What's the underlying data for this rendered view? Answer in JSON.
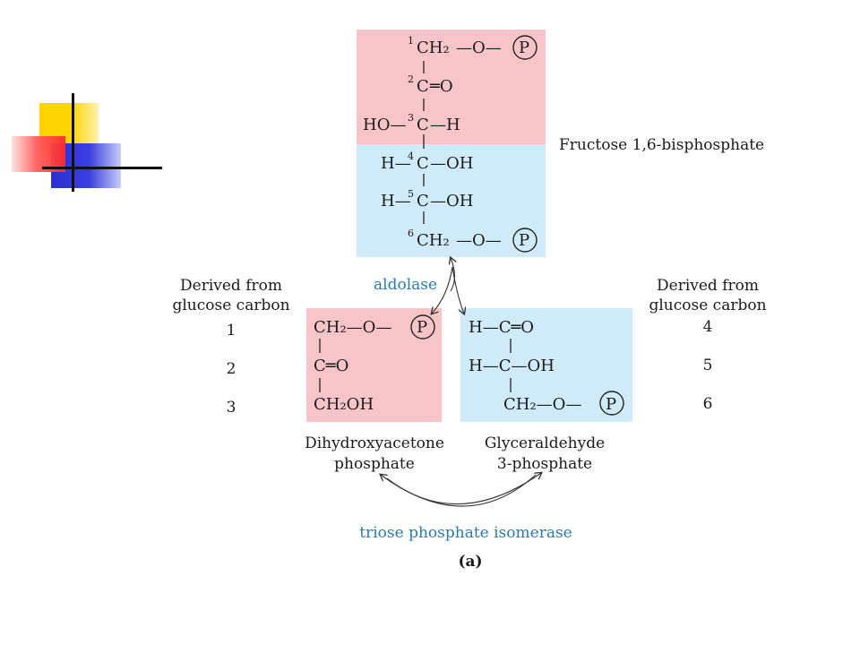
{
  "colors": {
    "pink": "#f7c4c8",
    "blue_box": "#cfeaf8",
    "accent_text": "#2a7ab0"
  },
  "slide_decoration": "corner squares logo (yellow, red, blue) with black cross lines",
  "fbp": {
    "name": "Fructose 1,6-bisphosphate",
    "rows": [
      {
        "num": "1",
        "left": "",
        "center": "CH₂",
        "right": "—O—",
        "p": "P"
      },
      {
        "num": "2",
        "left": "",
        "center": "C",
        "right": "═O",
        "p": ""
      },
      {
        "num": "3",
        "left": "HO—",
        "center": "C",
        "right": "—H",
        "p": ""
      },
      {
        "num": "4",
        "left": "H—",
        "center": "C",
        "right": "—OH",
        "p": ""
      },
      {
        "num": "5",
        "left": "H—",
        "center": "C",
        "right": "—OH",
        "p": ""
      },
      {
        "num": "6",
        "left": "",
        "center": "CH₂",
        "right": "—O—",
        "p": "P"
      }
    ]
  },
  "enzymes": {
    "aldolase": "aldolase",
    "isomerase": "triose phosphate isomerase"
  },
  "dhap": {
    "name_line1": "Dihydroxyacetone",
    "name_line2": "phosphate",
    "rows": [
      {
        "text": "CH₂—O—",
        "p": "P"
      },
      {
        "text": "C═O",
        "p": ""
      },
      {
        "text": "CH₂OH",
        "p": ""
      }
    ]
  },
  "gap": {
    "name_line1": "Glyceraldehyde",
    "name_line2": "3-phosphate",
    "rows": [
      {
        "text": "H—C═O",
        "p": ""
      },
      {
        "text": "H—C—OH",
        "p": ""
      },
      {
        "text": "CH₂—O—",
        "p": "P"
      }
    ]
  },
  "left_note": {
    "line1": "Derived from",
    "line2": "glucose carbon",
    "nums": [
      "1",
      "2",
      "3"
    ]
  },
  "right_note": {
    "line1": "Derived from",
    "line2": "glucose carbon",
    "nums": [
      "4",
      "5",
      "6"
    ]
  },
  "panel_label": "(a)"
}
